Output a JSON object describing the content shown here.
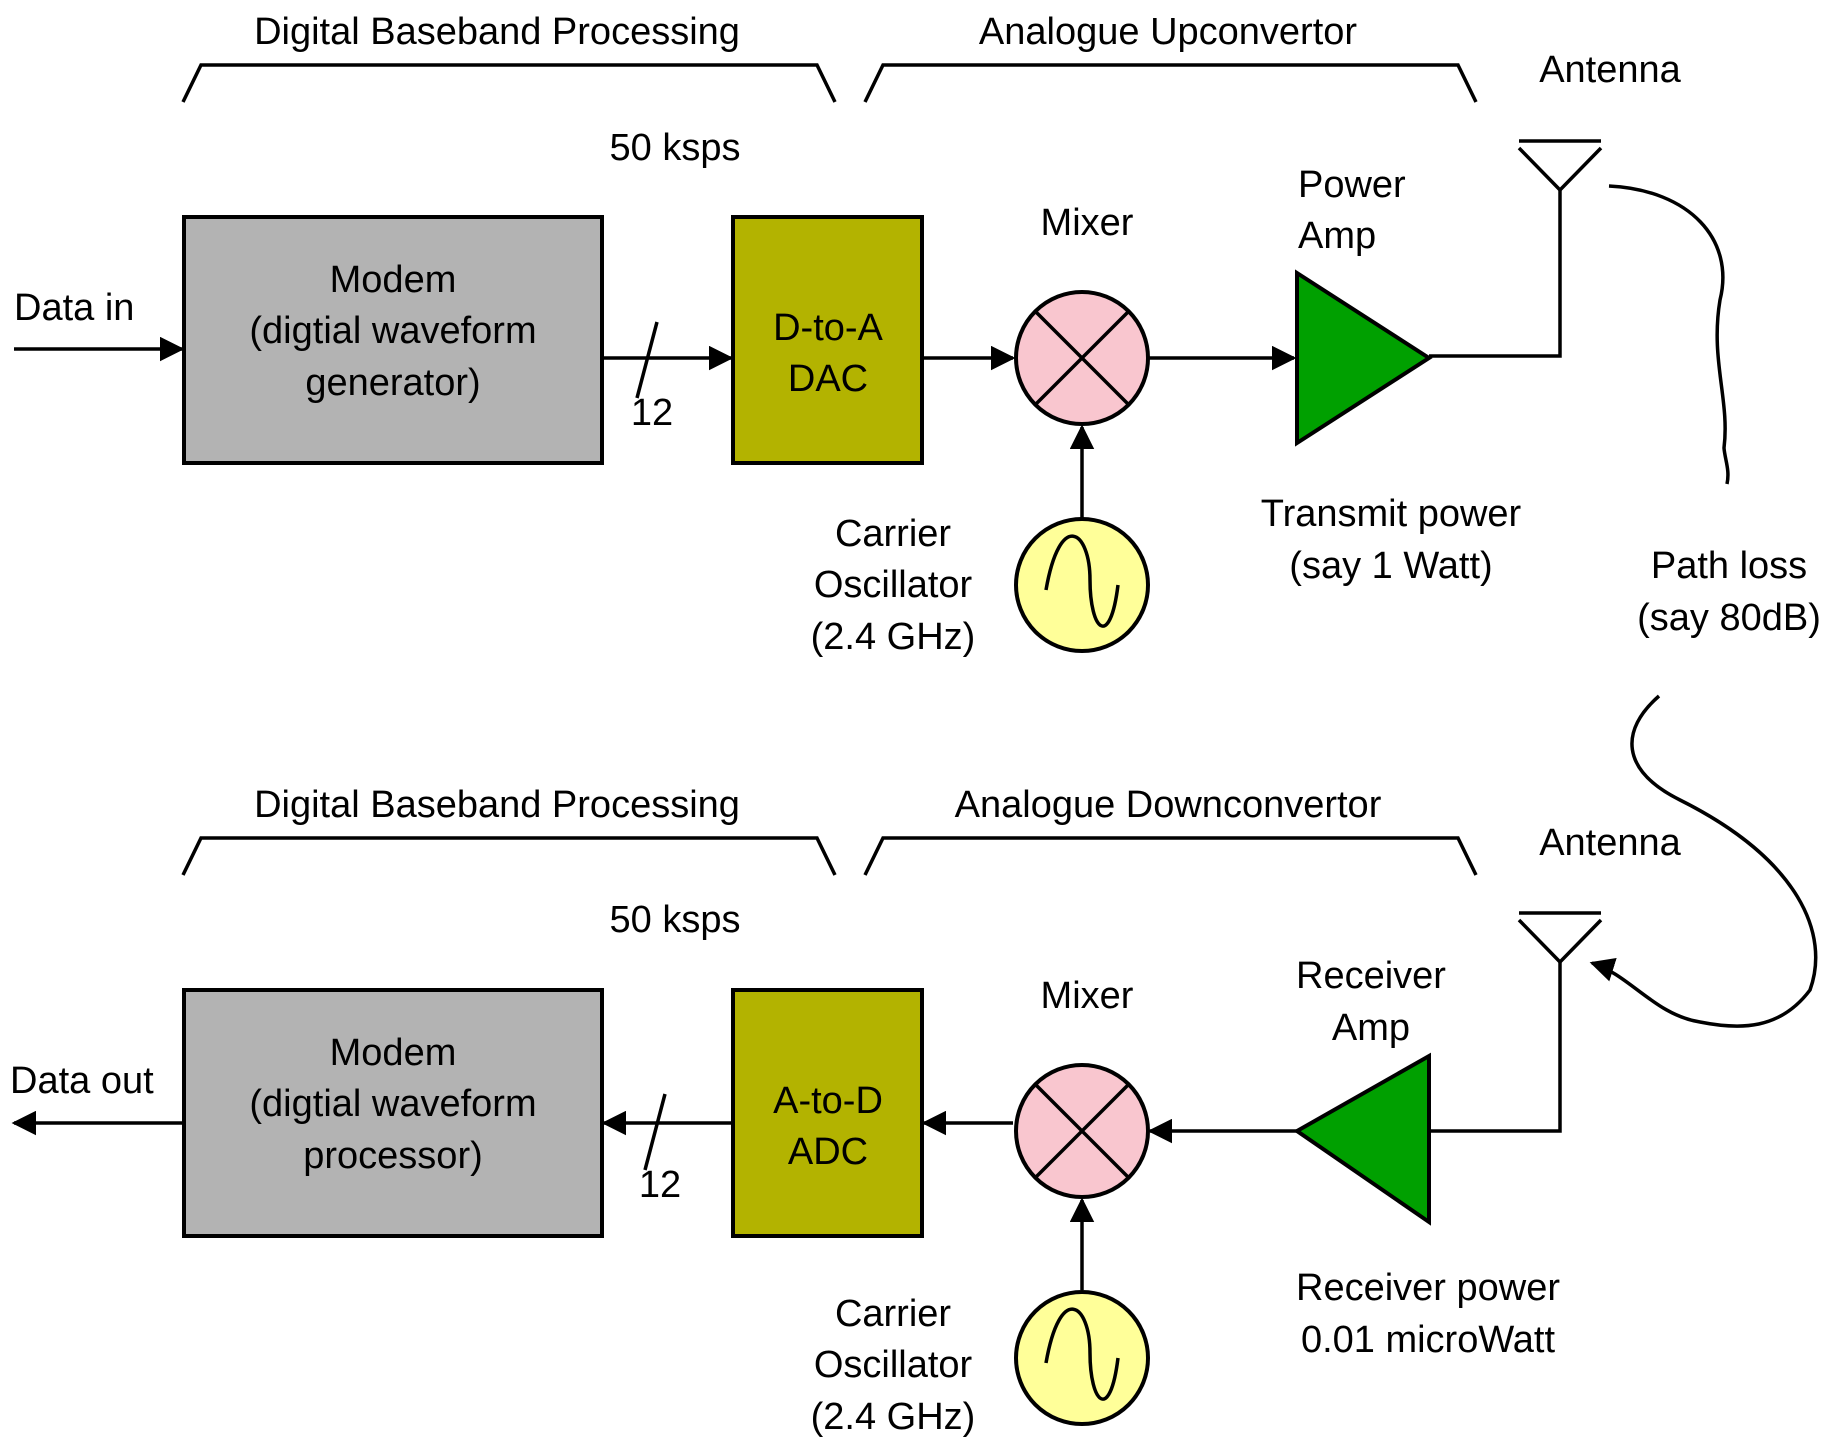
{
  "colors": {
    "modem": "#b3b3b3",
    "converter": "#b3b300",
    "mixer": "#f9c6cf",
    "oscillator": "#ffff99",
    "amplifier": "#00a000"
  },
  "tx": {
    "digital_section": "Digital Baseband Processing",
    "analogue_section": "Analogue Upconvertor",
    "antenna": "Antenna",
    "sample_rate": "50 ksps",
    "input": "Data in",
    "modem": [
      "Modem",
      "(digtial waveform",
      "generator)"
    ],
    "bus_width": "12",
    "converter": [
      "D-to-A",
      "DAC"
    ],
    "mixer": "Mixer",
    "amp": [
      "Power",
      "Amp"
    ],
    "oscillator": [
      "Carrier",
      "Oscillator",
      "(2.4 GHz)"
    ],
    "power": [
      "Transmit power",
      "(say 1 Watt)"
    ]
  },
  "path_loss": [
    "Path loss",
    "(say 80dB)"
  ],
  "rx": {
    "digital_section": "Digital Baseband Processing",
    "analogue_section": "Analogue Downconvertor",
    "antenna": "Antenna",
    "sample_rate": "50 ksps",
    "output": "Data out",
    "modem": [
      "Modem",
      "(digtial waveform",
      "processor)"
    ],
    "bus_width": "12",
    "converter": [
      "A-to-D",
      "ADC"
    ],
    "mixer": "Mixer",
    "amp": [
      "Receiver",
      "Amp"
    ],
    "oscillator": [
      "Carrier",
      "Oscillator",
      "(2.4 GHz)"
    ],
    "power": [
      "Receiver power",
      "0.01 microWatt"
    ]
  }
}
